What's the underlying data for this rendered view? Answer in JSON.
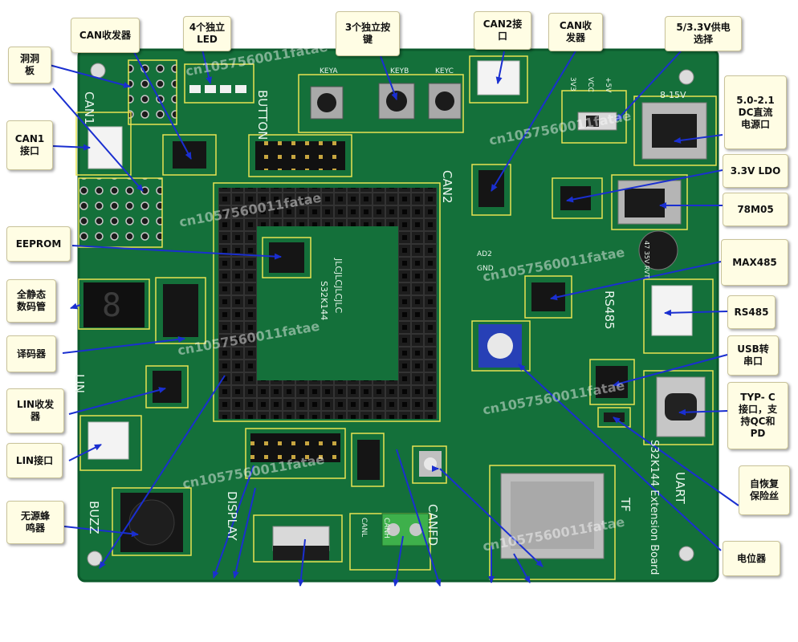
{
  "callouts": [
    {
      "id": "can-transceiver-1",
      "text": "CAN收发器"
    },
    {
      "id": "four-leds",
      "text": "4个独立\nLED"
    },
    {
      "id": "three-buttons",
      "text": "3个独立按\n键"
    },
    {
      "id": "can2-port",
      "text": "CAN2接\n口"
    },
    {
      "id": "can-transceiver-2",
      "text": "CAN收\n发器"
    },
    {
      "id": "power-select",
      "text": "5/3.3V供电\n选择"
    },
    {
      "id": "proto-area",
      "text": "洞洞\n板"
    },
    {
      "id": "can1-port",
      "text": "CAN1\n接口"
    },
    {
      "id": "dc-jack",
      "text": "5.0-2.1\nDC直流\n电源口"
    },
    {
      "id": "ldo",
      "text": "3.3V LDO"
    },
    {
      "id": "reg-78m05",
      "text": "78M05"
    },
    {
      "id": "eeprom",
      "text": "EEPROM"
    },
    {
      "id": "max485",
      "text": "MAX485"
    },
    {
      "id": "seven-seg",
      "text": "全静态\n数码管"
    },
    {
      "id": "rs485",
      "text": "RS485"
    },
    {
      "id": "decoder",
      "text": "译码器"
    },
    {
      "id": "usb-uart",
      "text": "USB转\n串口"
    },
    {
      "id": "lin-transceiver",
      "text": "LIN收发\n器"
    },
    {
      "id": "typec",
      "text": "TYP- C\n接口，支\n持QC和\nPD"
    },
    {
      "id": "lin-port",
      "text": "LIN接口"
    },
    {
      "id": "fuse",
      "text": "自恢复\n保险丝"
    },
    {
      "id": "buzzer",
      "text": "无源蜂\n鸣器"
    },
    {
      "id": "potentiometer",
      "text": "电位器"
    }
  ],
  "board": {
    "mcu_label": "S32K144",
    "mcu_label2": "JLCJLCJLCJLC",
    "ext_label": "S32K144 Extension Board",
    "button_label": "BUTTON",
    "can1_label": "CAN1",
    "can2_label": "CAN2",
    "canfd_label": "CANFD",
    "lin_label": "LIN",
    "rs485_label": "RS485",
    "uart_label": "UART",
    "buzz_label": "BUZZ",
    "display_label": "DISPLAY",
    "tf_label": "TF",
    "keya": "KEYA",
    "keyb": "KEYB",
    "keyc": "KEYC",
    "canl": "CANL",
    "canh": "CANH",
    "ad2": "AD2",
    "gnd": "GND",
    "v_range": "8-15V",
    "cap_text": "47 35V RVT",
    "pwr_3v3": "3V3",
    "pwr_vcc": "VCC",
    "pwr_5v": "+5V",
    "watermark": "cn1057560011fatae"
  },
  "colors": {
    "pcb": "#14703a",
    "pcb_dark": "#0c5a2c",
    "arrow": "#1a2fd0",
    "highlight": "#e8e352",
    "callout_bg": "#fffde4"
  }
}
